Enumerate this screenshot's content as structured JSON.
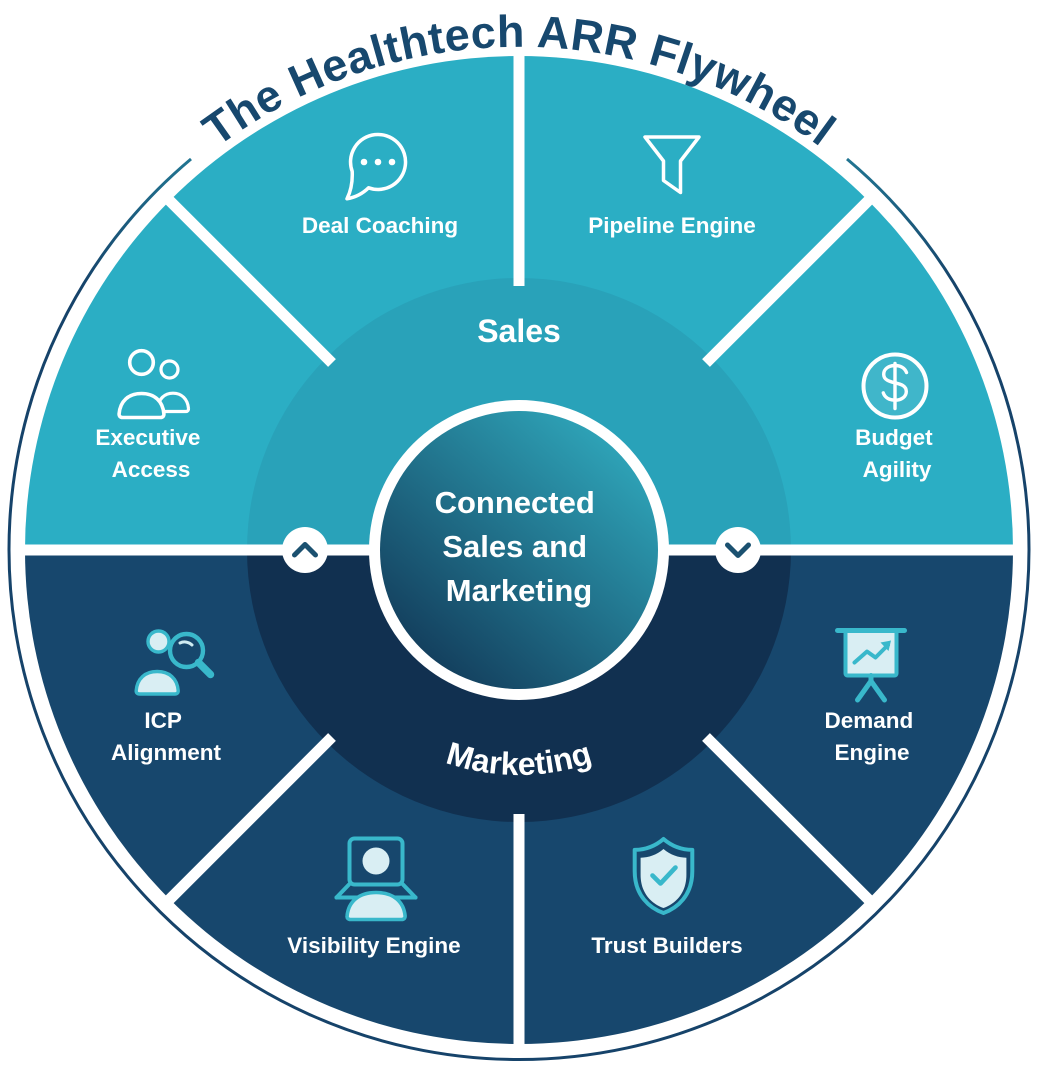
{
  "title": "The Healthtech ARR Flywheel",
  "hub": {
    "line1": "Connected",
    "line2": "Sales and",
    "line3": "Marketing"
  },
  "halves": {
    "sales": {
      "label": "Sales"
    },
    "marketing": {
      "label": "Marketing"
    }
  },
  "segments": {
    "deal_coaching": {
      "label": "Deal Coaching",
      "icon": "chat-bubble-icon"
    },
    "pipeline_engine": {
      "label": "Pipeline Engine",
      "icon": "funnel-icon"
    },
    "executive_access": {
      "line1": "Executive",
      "line2": "Access",
      "icon": "two-people-icon"
    },
    "budget_agility": {
      "line1": "Budget",
      "line2": "Agility",
      "icon": "dollar-circle-icon"
    },
    "icp_alignment": {
      "line1": "ICP",
      "line2": "Alignment",
      "icon": "person-magnifier-icon"
    },
    "visibility_engine": {
      "label": "Visibility Engine",
      "icon": "webinar-laptop-icon"
    },
    "trust_builders": {
      "label": "Trust Builders",
      "icon": "shield-check-icon"
    },
    "demand_engine": {
      "line1": "Demand",
      "line2": "Engine",
      "icon": "presentation-chart-icon"
    }
  },
  "arrows": {
    "left": "chevron-up",
    "right": "chevron-down"
  },
  "colors": {
    "sales_outer": "#2BAEC4",
    "sales_inner": "#29A2B9",
    "marketing_outer": "#17476D",
    "marketing_inner": "#113050",
    "hub_gradient_start": "#2FA6BA",
    "hub_gradient_end": "#123A59",
    "title_text": "#17486E",
    "outer_ring_top": "#2A9CB1",
    "outer_ring_bottom": "#16436A",
    "icon_light_fill": "#D9EEF3",
    "icon_teal_stroke": "#39B8CB",
    "divider": "#FFFFFF",
    "chevron": "#1B5170"
  }
}
